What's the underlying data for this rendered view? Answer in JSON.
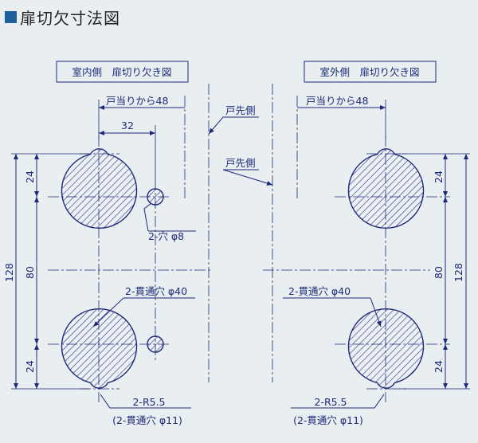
{
  "title": "扉切欠寸法図",
  "colors": {
    "background": "#e9eef1",
    "title_square": "#1f5f9e",
    "line": "#1c2a78",
    "hatch": "#2a3a8c"
  },
  "left": {
    "box_label": "室内側　扉切り欠き図",
    "dim_48": "戸当りから48",
    "dim_32": "32",
    "dim_24_top": "24",
    "dim_80": "80",
    "dim_128": "128",
    "dim_24_bottom": "24",
    "hole_label": "2-穴 φ8",
    "bore_label": "2-貫通穴 φ40",
    "r_label": "2-R5.5",
    "r_sub_label": "(2-貫通穴 φ11)"
  },
  "center": {
    "edge_label_1": "戸先側",
    "edge_label_2": "戸先側"
  },
  "right": {
    "box_label": "室外側　扉切り欠き図",
    "dim_48": "戸当りから48",
    "dim_24_top": "24",
    "dim_80": "80",
    "dim_128": "128",
    "dim_24_bottom": "24",
    "bore_label": "2-貫通穴 φ40",
    "r_label": "2-R5.5",
    "r_sub_label": "(2-貫通穴 φ11)"
  }
}
